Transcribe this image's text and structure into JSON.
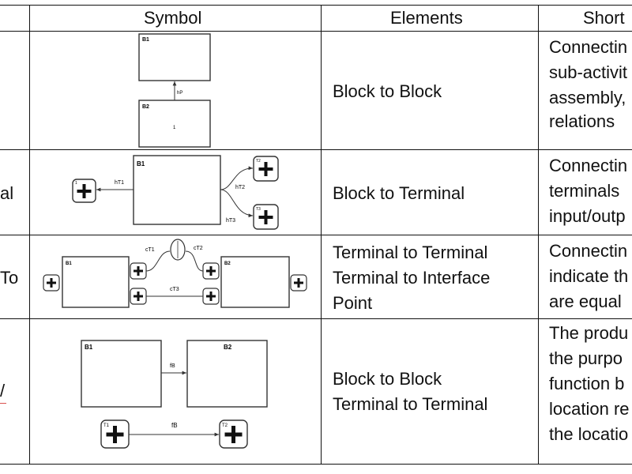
{
  "header": {
    "symbol": "Symbol",
    "elements": "Elements",
    "short": "Short"
  },
  "rows": [
    {
      "left_fragment": "",
      "elements": [
        "Block to Block"
      ],
      "short": [
        "Connectin",
        "sub-activit",
        "assembly,",
        "relations"
      ],
      "diagram": {
        "b1": "B1",
        "b2": "B2",
        "arrow": "hP",
        "mark": "1"
      }
    },
    {
      "left_fragment": "al",
      "elements": [
        "Block to Terminal"
      ],
      "short": [
        "Connectin",
        "terminals",
        "input/outp"
      ],
      "diagram": {
        "b1": "B1",
        "t1": "1",
        "t2": "T2",
        "t3": "T3",
        "ht1": "hT1",
        "ht2": "hT2",
        "ht3": "hT3"
      }
    },
    {
      "left_fragment": "To",
      "elements": [
        "Terminal to Terminal",
        "Terminal to Interface",
        "Point"
      ],
      "short": [
        "Connectin",
        "indicate th",
        "are equal"
      ],
      "diagram": {
        "b1": "B1",
        "b2": "B2",
        "ct1": "cT1",
        "ct2": "cT2",
        "ct3": "cT3"
      }
    },
    {
      "left_fragment": "/",
      "elements": [
        "Block to Block",
        "Terminal to Terminal"
      ],
      "short": [
        "The produ",
        "the purpo",
        "function b",
        "location re",
        "the locatio"
      ],
      "diagram": {
        "b1": "B1",
        "b2": "B2",
        "fb_top": "fB",
        "fb_bottom": "fB",
        "t1": "T1",
        "t2": "T2"
      }
    }
  ]
}
